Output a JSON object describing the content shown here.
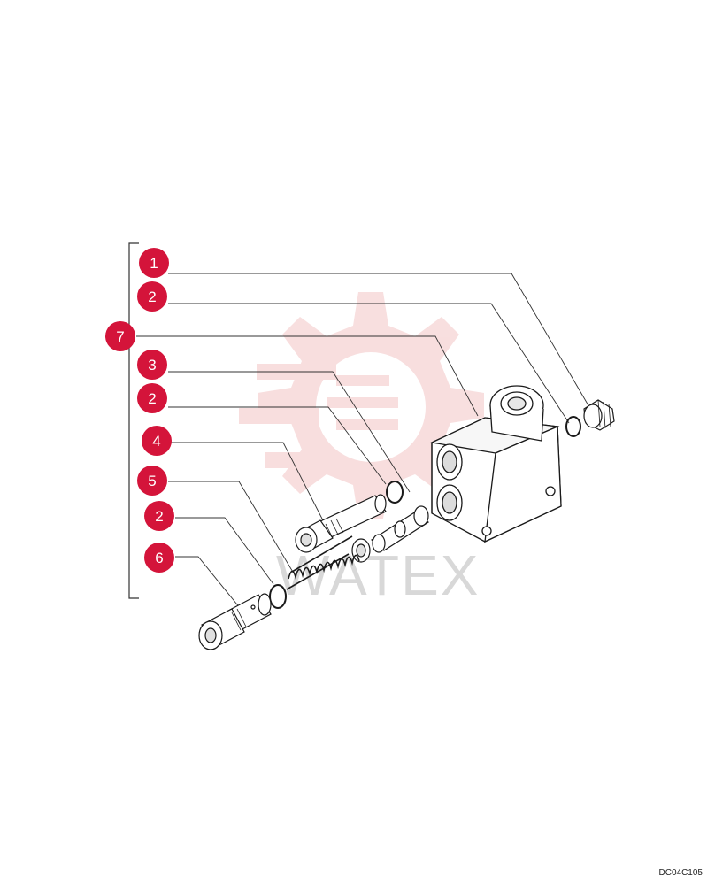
{
  "callouts": [
    {
      "label": "1",
      "part": "relief-valve-cap"
    },
    {
      "label": "2",
      "part": "seal-ring-upper"
    },
    {
      "label": "7",
      "part": "valve-body"
    },
    {
      "label": "3",
      "part": "spool"
    },
    {
      "label": "2",
      "part": "seal-ring-middle"
    },
    {
      "label": "4",
      "part": "adjuster-plug"
    },
    {
      "label": "5",
      "part": "spring"
    },
    {
      "label": "2",
      "part": "seal-ring-lower"
    },
    {
      "label": "6",
      "part": "end-plug"
    }
  ],
  "watermark": "WATEX",
  "drawing_code": "DC04C105",
  "colors": {
    "callout_fill": "#d4143a",
    "leader": "#333333",
    "line_art": "#1a1a1a",
    "watermark_logo": "#f3c4c4",
    "watermark_text": "#d8d8d8"
  }
}
